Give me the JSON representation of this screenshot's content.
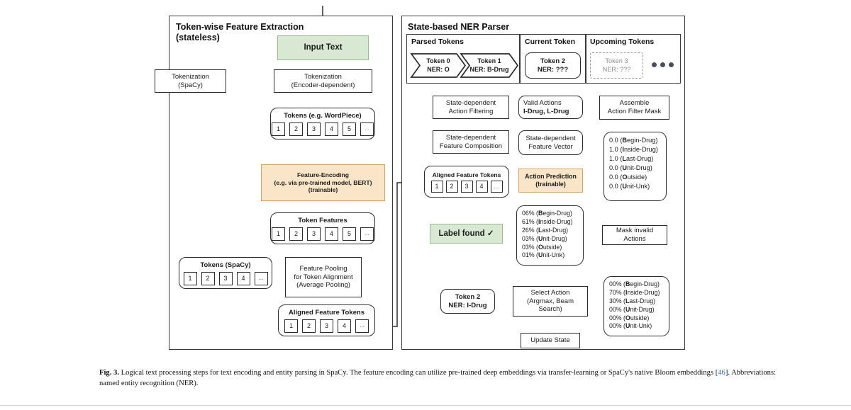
{
  "figure": {
    "caption_label": "Fig. 3.",
    "caption_text_1": "Logical text processing steps for text encoding and entity parsing in SpaCy. The feature encoding can utilize pre-trained deep embeddings via transfer-learning or SpaCy's",
    "caption_text_2a": "native Bloom embeddings [",
    "caption_ref": "46",
    "caption_text_2b": "]. Abbreviations: named entity recognition (NER)."
  },
  "colors": {
    "green": "#d9e8d2",
    "green_border": "#9dbb92",
    "orange": "#fae5c8",
    "orange_border": "#cfa464",
    "stroke": "#2b2b2b",
    "muted": "#8d8d8d"
  },
  "left_panel": {
    "title_line1": "Token-wise Feature Extraction",
    "title_line2": "(stateless)",
    "input_text": "Input Text",
    "tokenization_spacy_l1": "Tokenization",
    "tokenization_spacy_l2": "(SpaCy)",
    "tokenization_enc_l1": "Tokenization",
    "tokenization_enc_l2": "(Encoder-dependent)",
    "tokens_wordpiece": {
      "caption": "Tokens (e.g. WordPiece)",
      "items": [
        "1",
        "2",
        "3",
        "4",
        "5",
        "..."
      ]
    },
    "feature_encoding_l1": "Feature-Encoding",
    "feature_encoding_l2": "(e.g. via pre-trained model, BERT)",
    "feature_encoding_l3": "(trainable)",
    "token_features": {
      "caption": "Token Features",
      "items": [
        "1",
        "2",
        "3",
        "4",
        "5",
        "..."
      ]
    },
    "tokens_spacy": {
      "caption": "Tokens (SpaCy)",
      "items": [
        "1",
        "2",
        "3",
        "4",
        "..."
      ]
    },
    "feature_pooling_l1": "Feature Pooling",
    "feature_pooling_l2": "for Token Alignment",
    "feature_pooling_l3": "(Average Pooling)",
    "aligned_feature_tokens": {
      "caption": "Aligned Feature Tokens",
      "items": [
        "1",
        "2",
        "3",
        "4",
        "..."
      ]
    }
  },
  "right_panel": {
    "title": "State-based NER Parser",
    "state_row": {
      "parsed_tokens_title": "Parsed Tokens",
      "current_token_title": "Current Token",
      "upcoming_tokens_title": "Upcoming Tokens",
      "parsed": [
        {
          "line1": "Token 0",
          "line2": "NER: O"
        },
        {
          "line1": "Token 1",
          "line2": "NER: B-Drug"
        }
      ],
      "current": {
        "line1": "Token 2",
        "line2": "NER: ???"
      },
      "upcoming": {
        "line1": "Token 3",
        "line2": "NER: ???"
      },
      "more_dots": "•••"
    },
    "action_filtering_l1": "State-dependent",
    "action_filtering_l2": "Action Filtering",
    "valid_actions_l1": "Valid Actions",
    "valid_actions_l2": "I-Drug, L-Drug",
    "assemble_mask_l1": "Assemble",
    "assemble_mask_l2": "Action Filter Mask",
    "feature_composition_l1": "State-dependent",
    "feature_composition_l2": "Feature Composition",
    "feature_vector_l1": "State-dependent",
    "feature_vector_l2": "Feature Vector",
    "aligned_feature_tokens": {
      "caption": "Aligned Feature Tokens",
      "items": [
        "1",
        "2",
        "3",
        "4",
        "..."
      ]
    },
    "action_prediction_l1": "Action Prediction",
    "action_prediction_l2": "(trainable)",
    "mask_values": [
      {
        "value": "0.0",
        "bold": "B",
        "rest": "egin-Drug"
      },
      {
        "value": "1.0",
        "bold": "I",
        "rest": "nside-Drug"
      },
      {
        "value": "1.0",
        "bold": "L",
        "rest": "ast-Drug"
      },
      {
        "value": "0.0",
        "bold": "U",
        "rest": "nit-Drug"
      },
      {
        "value": "0.0",
        "bold": "O",
        "rest": "utside"
      },
      {
        "value": "0.0",
        "bold": "U",
        "rest": "nit-Unk"
      }
    ],
    "predicted_probs": [
      {
        "value": "06%",
        "bold": "B",
        "rest": "egin-Drug"
      },
      {
        "value": "61%",
        "bold": "I",
        "rest": "nside-Drug"
      },
      {
        "value": "26%",
        "bold": "L",
        "rest": "ast-Drug"
      },
      {
        "value": "03%",
        "bold": "U",
        "rest": "nit-Drug"
      },
      {
        "value": "03%",
        "bold": "O",
        "rest": "utside"
      },
      {
        "value": "01%",
        "bold": "U",
        "rest": "nit-Unk"
      }
    ],
    "masked_probs": [
      {
        "value": "00%",
        "bold": "B",
        "rest": "egin-Drug"
      },
      {
        "value": "70%",
        "bold": "I",
        "rest": "nside-Drug"
      },
      {
        "value": "30%",
        "bold": "L",
        "rest": "ast-Drug"
      },
      {
        "value": "00%",
        "bold": "U",
        "rest": "nit-Drug"
      },
      {
        "value": "00%",
        "bold": "O",
        "rest": "utside"
      },
      {
        "value": "00%",
        "bold": "U",
        "rest": "nit-Unk"
      }
    ],
    "mask_invalid": "Mask invalid Actions",
    "select_action_l1": "Select Action",
    "select_action_l2": "(Argmax, Beam Search)",
    "result_token_l1": "Token 2",
    "result_token_l2": "NER: I-Drug",
    "label_found": "Label found ✓",
    "update_state": "Update State"
  }
}
